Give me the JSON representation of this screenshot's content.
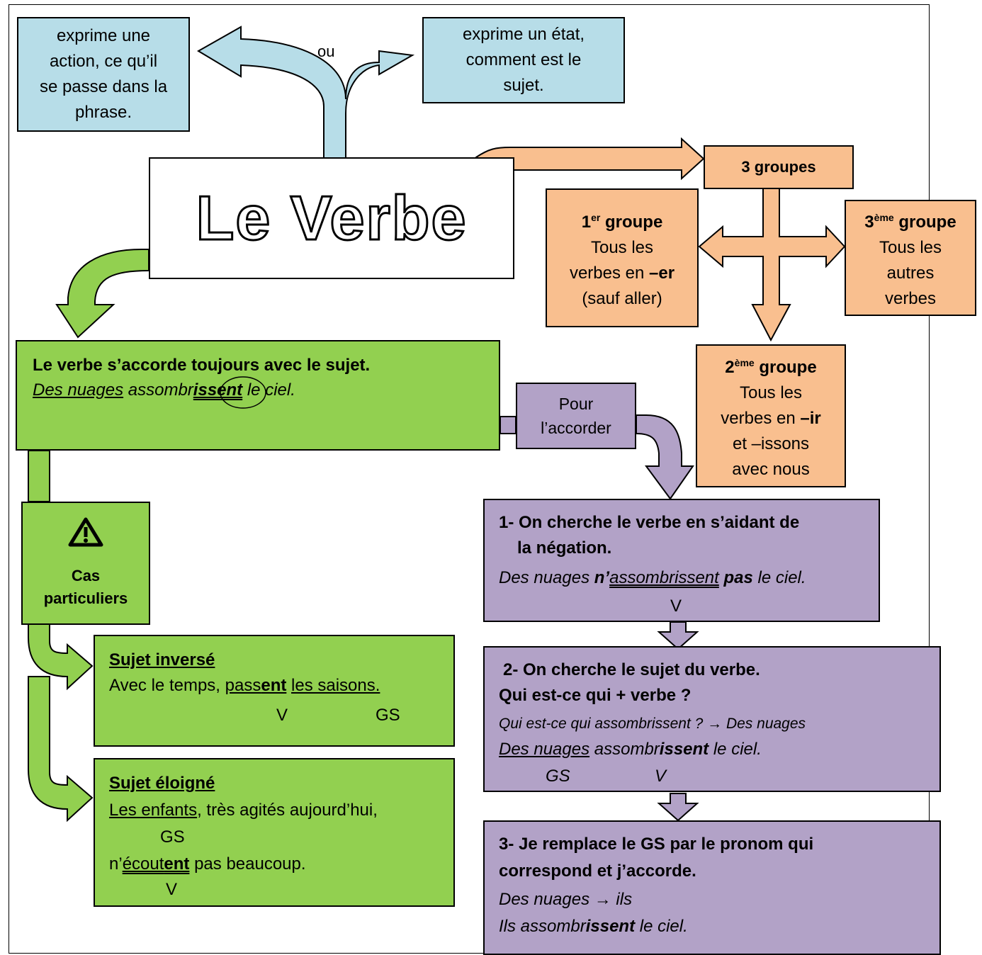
{
  "title": "Le Verbe",
  "sens": {
    "action": [
      "exprime une",
      "action, ce qu’il",
      "se passe dans la",
      "phrase."
    ],
    "ou": "ou",
    "etat": [
      "exprime  un état,",
      "comment est le",
      "sujet."
    ]
  },
  "groupes": {
    "header": "3 groupes",
    "g1": {
      "num": "1",
      "sup": "er",
      "title": " groupe",
      "l1": "Tous les",
      "l2a": "verbes en ",
      "l2b": "–er",
      "l3": "(sauf aller)"
    },
    "g2": {
      "num": "2",
      "sup": "ème",
      "title": " groupe",
      "l1": "Tous les",
      "l2a": "verbes en ",
      "l2b": "–ir",
      "l3": "et –issons",
      "l4": "avec nous"
    },
    "g3": {
      "num": "3",
      "sup": "ème",
      "title": " groupe",
      "l1": "Tous les",
      "l2": "autres",
      "l3": "verbes"
    }
  },
  "accord": {
    "rule": "Le verbe s’accorde toujours avec le sujet.",
    "ex_subject": "Des nuages",
    "ex_pre": " assombr",
    "ex_end": "issent",
    "ex_post": " le ciel."
  },
  "pour": [
    "Pour",
    "l’accorder"
  ],
  "cas": {
    "label1": "Cas",
    "label2": "particuliers"
  },
  "inverse": {
    "title": "Sujet inversé",
    "pre": "Avec le temps, ",
    "v1": "pass",
    "v2": "ent",
    "gs": "les saisons.",
    "tagV": "V",
    "tagGS": "GS"
  },
  "eloigne": {
    "title": "Sujet éloigné",
    "gs": "Les enfants",
    "rest": ", très agités aujourd’hui,",
    "tagGS": "GS",
    "pre": "n’",
    "v1": "écout",
    "v2": "ent",
    "post": " pas beaucoup.",
    "tagV": "V"
  },
  "step1": {
    "title1": "1-  On cherche le verbe en s’aidant de",
    "title2": "la négation.",
    "ex_a": "Des nuages ",
    "ex_n": "n’",
    "ex_v": "assombrissent",
    "ex_pas": "pas",
    "ex_b": " le ciel.",
    "tagV": "V"
  },
  "step2": {
    "title": "2-   On cherche le sujet du verbe.",
    "q": "Qui est-ce qui + verbe ?",
    "qa": "Qui est-ce qui assombrissent ?  → Des nuages",
    "ex_gs": "Des nuages",
    "ex_pre": " assombr",
    "ex_end": "issent",
    "ex_post": " le ciel.",
    "tagGS": "GS",
    "tagV": "V"
  },
  "step3": {
    "title1": "3-  Je  remplace  le  GS  par  le  pronom  qui",
    "title2": "correspond et j’accorde.",
    "l1": "Des nuages  → ils",
    "l2a": "Ils assombr",
    "l2b": "issent",
    "l2c": " le ciel."
  },
  "colors": {
    "blue": "#b7dde8",
    "orange": "#f9bf8f",
    "green": "#92d050",
    "purple": "#b2a2c7"
  }
}
